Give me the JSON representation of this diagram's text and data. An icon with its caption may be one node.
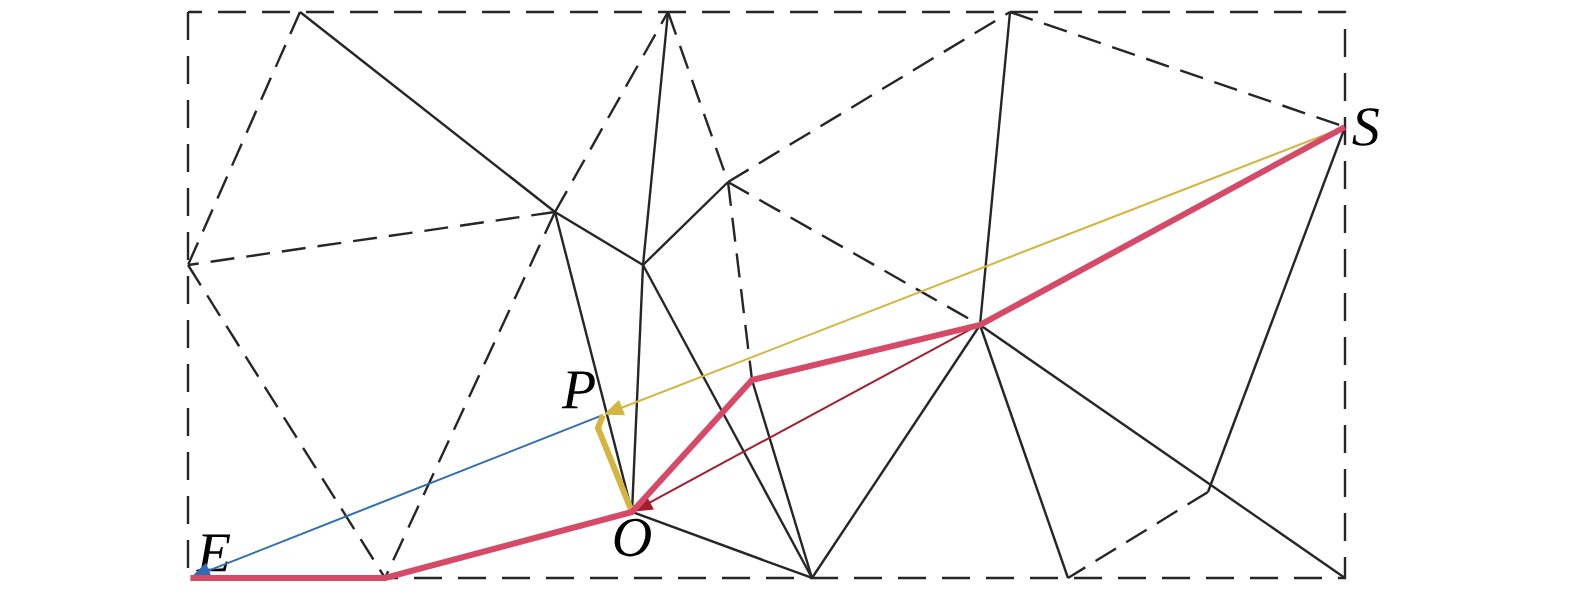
{
  "diagram": {
    "nodes": [
      {
        "text": [
          "S"
        ]
      },
      {
        "text": [
          "P"
        ]
      },
      {
        "text": [
          "O"
        ]
      },
      {
        "text": [
          "E"
        ]
      }
    ],
    "edges": [
      {
        "from": 0,
        "to": 1,
        "arrow": "to",
        "color": "#d4b540"
      },
      {
        "from": 0,
        "to": 2,
        "arrow": "to",
        "color": "#a51d2d"
      },
      {
        "from": 1,
        "to": 3,
        "arrow": "to",
        "color": "#2f6db5"
      },
      {
        "from": 1,
        "to": 2,
        "arrow": "none",
        "color": "#d4b540",
        "style": "thick"
      },
      {
        "from": 0,
        "to": 3,
        "arrow": "none",
        "color": "#d64a68",
        "style": "thick"
      }
    ]
  }
}
